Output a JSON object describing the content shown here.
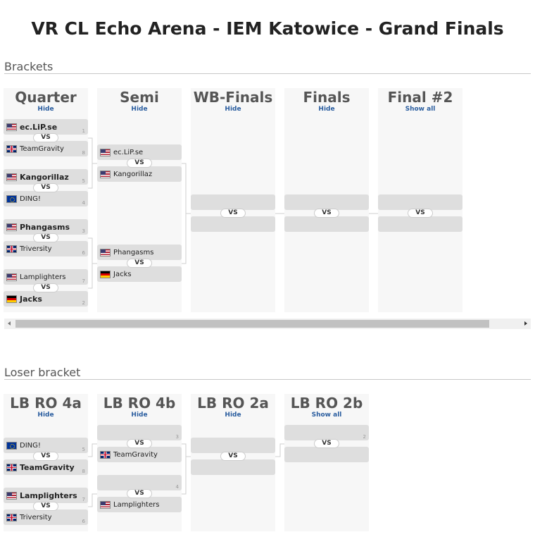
{
  "title": "VR CL Echo Arena - IEM Katowice - Grand Finals",
  "brackets": {
    "heading": "Brackets",
    "rounds": [
      {
        "name": "Quarter",
        "toggle": "Hide"
      },
      {
        "name": "Semi",
        "toggle": "Hide"
      },
      {
        "name": "WB-Finals",
        "toggle": "Hide"
      },
      {
        "name": "Finals",
        "toggle": "Hide"
      },
      {
        "name": "Final #2",
        "toggle": "Show all"
      }
    ],
    "quarter": [
      {
        "team": "ec.LiP.se",
        "flag": "us",
        "seed": "1",
        "winner": true
      },
      {
        "team": "TeamGravity",
        "flag": "gb",
        "seed": "8",
        "winner": false
      },
      {
        "team": "Kangorillaz",
        "flag": "us",
        "seed": "5",
        "winner": true
      },
      {
        "team": "DING!",
        "flag": "eu",
        "seed": "4",
        "winner": false
      },
      {
        "team": "Phangasms",
        "flag": "us",
        "seed": "3",
        "winner": true
      },
      {
        "team": "Triversity",
        "flag": "gb",
        "seed": "6",
        "winner": false
      },
      {
        "team": "Lamplighters",
        "flag": "us",
        "seed": "7",
        "winner": false
      },
      {
        "team": "Jacks",
        "flag": "de",
        "seed": "2",
        "winner": true
      }
    ],
    "semi": [
      {
        "team": "ec.LiP.se",
        "flag": "us"
      },
      {
        "team": "Kangorillaz",
        "flag": "us"
      },
      {
        "team": "Phangasms",
        "flag": "us"
      },
      {
        "team": "Jacks",
        "flag": "de"
      }
    ],
    "vs_label": "VS"
  },
  "loser_bracket": {
    "heading": "Loser bracket",
    "rounds": [
      {
        "name": "LB RO 4a",
        "toggle": "Hide"
      },
      {
        "name": "LB RO 4b",
        "toggle": "Hide"
      },
      {
        "name": "LB RO 2a",
        "toggle": "Hide"
      },
      {
        "name": "LB RO 2b",
        "toggle": "Show all"
      }
    ],
    "ro4a": [
      {
        "team": "DING!",
        "flag": "eu",
        "seed": "5",
        "winner": false
      },
      {
        "team": "TeamGravity",
        "flag": "gb",
        "seed": "8",
        "winner": true
      },
      {
        "team": "Lamplighters",
        "flag": "us",
        "seed": "7",
        "winner": true
      },
      {
        "team": "Triversity",
        "flag": "gb",
        "seed": "6",
        "winner": false
      }
    ],
    "ro4b": [
      {
        "team": "",
        "flag": "",
        "seed": "3"
      },
      {
        "team": "TeamGravity",
        "flag": "gb",
        "seed": ""
      },
      {
        "team": "",
        "flag": "",
        "seed": "4"
      },
      {
        "team": "Lamplighters",
        "flag": "us",
        "seed": ""
      }
    ],
    "ro2b_seed": "2",
    "vs_label": "VS"
  }
}
